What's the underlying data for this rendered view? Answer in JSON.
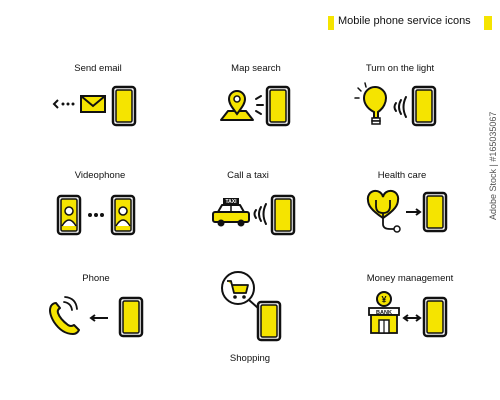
{
  "title": "Mobile phone service icons",
  "services": [
    {
      "label": "Send email",
      "icon": "envelope-icon"
    },
    {
      "label": "Map search",
      "icon": "map-pin-icon"
    },
    {
      "label": "Turn on the light",
      "icon": "light-bulb-icon"
    },
    {
      "label": "Videophone",
      "icon": "video-call-icon"
    },
    {
      "label": "Call a taxi",
      "icon": "taxi-icon"
    },
    {
      "label": "Health care",
      "icon": "stethoscope-heart-icon"
    },
    {
      "label": "Phone",
      "icon": "handset-icon"
    },
    {
      "label": "Shopping",
      "icon": "shopping-cart-icon"
    },
    {
      "label": "Money management",
      "icon": "bank-icon"
    }
  ],
  "bank_sign": "BANK",
  "taxi_sign": "TAXI",
  "yen_symbol": "¥",
  "watermark": "Adobe Stock | #165035067",
  "colors": {
    "accent": "#f5e400",
    "outline": "#111111"
  }
}
